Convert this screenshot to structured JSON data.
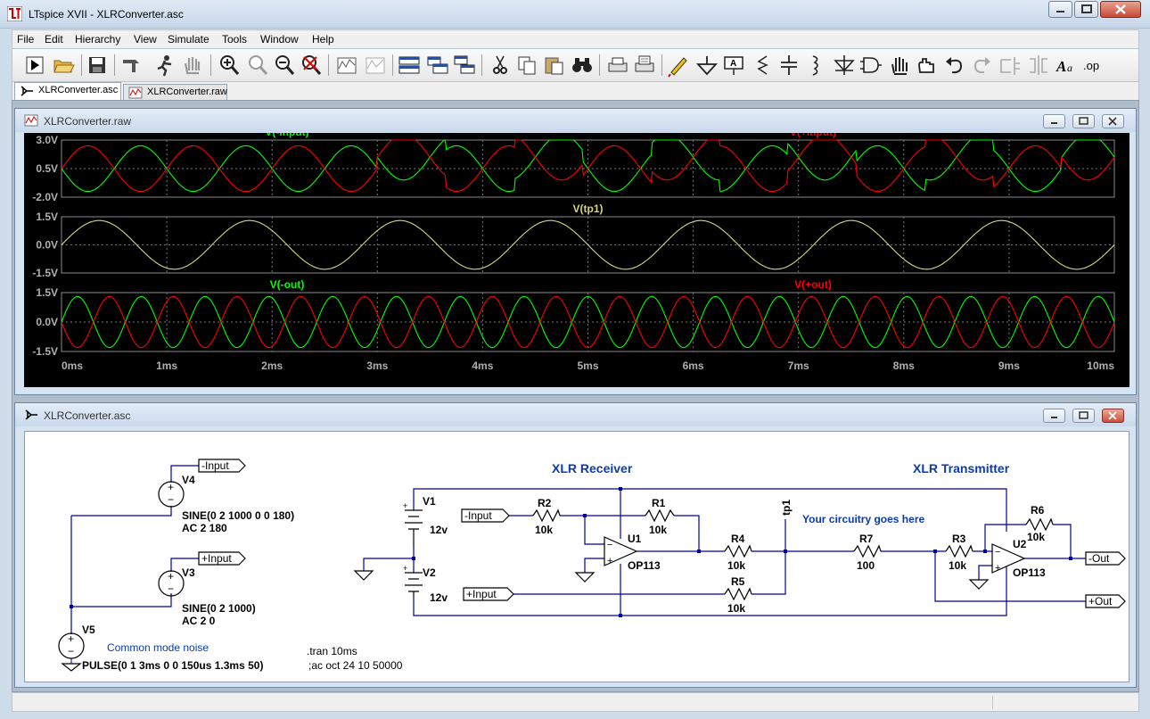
{
  "window": {
    "title": "LTspice XVII - XLRConverter.asc"
  },
  "menu": [
    "File",
    "Edit",
    "Hierarchy",
    "View",
    "Simulate",
    "Tools",
    "Window",
    "Help"
  ],
  "toolbar_icons": [
    "run-icon",
    "open-icon",
    "save-icon",
    "control-panel-icon",
    "halt-icon",
    "pan-hand-icon",
    "zoom-in-icon",
    "zoom-full-icon",
    "zoom-out-icon",
    "zoom-cancel-icon",
    "autorange-icon",
    "plot-icon",
    "tile-horizontal-icon",
    "tile-vertical-icon",
    "cascade-icon",
    "cut-icon",
    "copy-icon",
    "paste-icon",
    "find-icon",
    "print-setup-icon",
    "print-icon",
    "draw-wire-icon",
    "ground-icon",
    "label-net-icon",
    "resistor-icon",
    "capacitor-icon",
    "inductor-icon",
    "diode-icon",
    "component-icon",
    "move-icon",
    "drag-icon",
    "undo-icon",
    "redo-icon",
    "rotate-icon",
    "mirror-icon",
    "text-icon",
    "spice-directive-icon"
  ],
  "tabs": [
    {
      "label": "XLRConverter.asc",
      "active": true
    },
    {
      "label": "XLRConverter.raw",
      "active": false
    }
  ],
  "waveform_window": {
    "title": "XLRConverter.raw"
  },
  "schematic_window": {
    "title": "XLRConverter.asc"
  },
  "chart_data": {
    "type": "line",
    "xlabel": "",
    "x_ticks": [
      "0ms",
      "1ms",
      "2ms",
      "3ms",
      "4ms",
      "5ms",
      "6ms",
      "7ms",
      "8ms",
      "9ms",
      "10ms"
    ],
    "xlim": [
      0,
      10
    ],
    "grid": true,
    "panes": [
      {
        "ylim": [
          -2.0,
          3.0
        ],
        "y_ticks": [
          "3.0V",
          "0.5V",
          "-2.0V"
        ],
        "series": [
          {
            "name": "V(-input)",
            "color": "#00ff00",
            "amplitude": 2,
            "offset": 0.5,
            "freq_khz": 1,
            "phase_deg": 180,
            "noise": "pulse 1V at 3ms, period 1.3ms"
          },
          {
            "name": "V(+input)",
            "color": "#ff0000",
            "amplitude": 2,
            "offset": 0.5,
            "freq_khz": 1,
            "phase_deg": 0,
            "noise": "pulse 1V at 3ms, period 1.3ms"
          }
        ]
      },
      {
        "ylim": [
          -1.5,
          1.5
        ],
        "y_ticks": [
          "1.5V",
          "0.0V",
          "-1.5V"
        ],
        "series": [
          {
            "name": "V(tp1)",
            "color": "#d6d67a",
            "amplitude": 1.3,
            "offset": 0,
            "freq_khz": 0.7,
            "phase_deg": 0
          }
        ]
      },
      {
        "ylim": [
          -1.5,
          1.5
        ],
        "y_ticks": [
          "1.5V",
          "0.0V",
          "-1.5V"
        ],
        "series": [
          {
            "name": "V(-out)",
            "color": "#00ff00",
            "amplitude": 1.3,
            "offset": 0,
            "freq_khz": 1.65,
            "phase_deg": 0
          },
          {
            "name": "V(+out)",
            "color": "#ff0000",
            "amplitude": 1.3,
            "offset": 0,
            "freq_khz": 1.65,
            "phase_deg": 180
          }
        ]
      }
    ]
  },
  "schematic": {
    "headings": {
      "receiver": "XLR Receiver",
      "transmitter": "XLR Transmitter"
    },
    "sources": [
      {
        "ref": "V4",
        "value": "SINE(0 2 1000 0 0 180)",
        "ac": "AC 2 180"
      },
      {
        "ref": "V3",
        "value": "SINE(0 2 1000)",
        "ac": "AC 2 0"
      },
      {
        "ref": "V5",
        "value": "PULSE(0 1 3ms 0 0 150us 1.3ms 50)"
      },
      {
        "ref": "V1",
        "value": "12v"
      },
      {
        "ref": "V2",
        "value": "12v"
      }
    ],
    "ports": {
      "neg_input": "-Input",
      "pos_input": "+Input",
      "neg_out": "-Out",
      "pos_out": "+Out"
    },
    "resistors": [
      {
        "ref": "R2",
        "value": "10k"
      },
      {
        "ref": "R1",
        "value": "10k"
      },
      {
        "ref": "R4",
        "value": "10k"
      },
      {
        "ref": "R5",
        "value": "10k"
      },
      {
        "ref": "R7",
        "value": "100"
      },
      {
        "ref": "R3",
        "value": "10k"
      },
      {
        "ref": "R6",
        "value": "10k"
      }
    ],
    "opamps": [
      {
        "ref": "U1",
        "model": "OP113"
      },
      {
        "ref": "U2",
        "model": "OP113"
      }
    ],
    "net_labels": {
      "tp1": "tp1"
    },
    "comments": {
      "noise": "Common mode noise",
      "placeholder": "Your circuitry goes here"
    },
    "directives": [
      ".tran 10ms",
      ";ac oct 24 10 50000"
    ]
  }
}
